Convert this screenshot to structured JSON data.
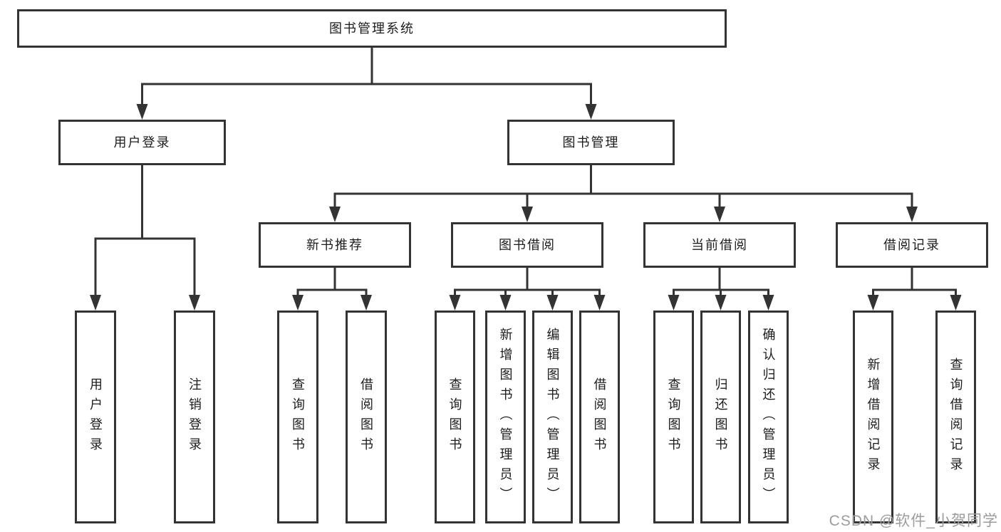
{
  "tree": {
    "label": "图书管理系统",
    "children": [
      {
        "label": "用户登录",
        "children": [
          {
            "label": "用户登录"
          },
          {
            "label": "注销登录"
          }
        ]
      },
      {
        "label": "图书管理",
        "children": [
          {
            "label": "新书推荐",
            "children": [
              {
                "label": "查询图书"
              },
              {
                "label": "借阅图书"
              }
            ]
          },
          {
            "label": "图书借阅",
            "children": [
              {
                "label": "查询图书"
              },
              {
                "label": "新增图书（管理员）"
              },
              {
                "label": "编辑图书（管理员）"
              },
              {
                "label": "借阅图书"
              }
            ]
          },
          {
            "label": "当前借阅",
            "children": [
              {
                "label": "查询图书"
              },
              {
                "label": "归还图书"
              },
              {
                "label": "确认归还（管理员）"
              }
            ]
          },
          {
            "label": "借阅记录",
            "children": [
              {
                "label": "新增借阅记录"
              },
              {
                "label": "查询借阅记录"
              }
            ]
          }
        ]
      }
    ]
  },
  "watermark": {
    "text": "CSDN @软件_小贺同学"
  },
  "colors": {
    "line": "#333333",
    "text": "#1c1c1c",
    "watermark": "#9c9c9c",
    "bg": "#ffffff"
  }
}
